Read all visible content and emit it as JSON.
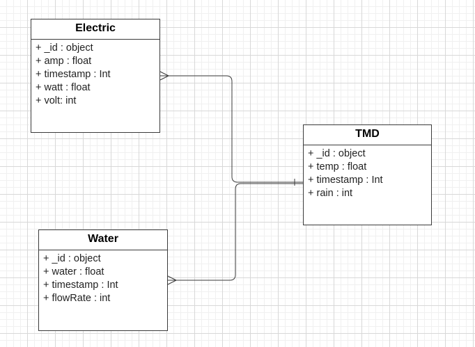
{
  "entities": {
    "electric": {
      "name": "Electric",
      "attributes": [
        "+ _id : object",
        "+ amp : float",
        "+ timestamp : Int",
        "+ watt : float",
        "+ volt: int"
      ]
    },
    "tmd": {
      "name": "TMD",
      "attributes": [
        "+ _id : object",
        "+ temp : float",
        "+ timestamp : Int",
        "+ rain : int"
      ]
    },
    "water": {
      "name": "Water",
      "attributes": [
        "+ _id : object",
        "+ water : float",
        "+ timestamp : Int",
        "+ flowRate : int"
      ]
    }
  },
  "relationships": [
    {
      "from": "Electric",
      "to": "TMD",
      "from_cardinality": "many",
      "to_cardinality": "one"
    },
    {
      "from": "Water",
      "to": "TMD",
      "from_cardinality": "many",
      "to_cardinality": "one"
    }
  ],
  "colors": {
    "border": "#3a3a3a",
    "connector": "#3a3a3a",
    "grid": "#d8d8d8"
  }
}
